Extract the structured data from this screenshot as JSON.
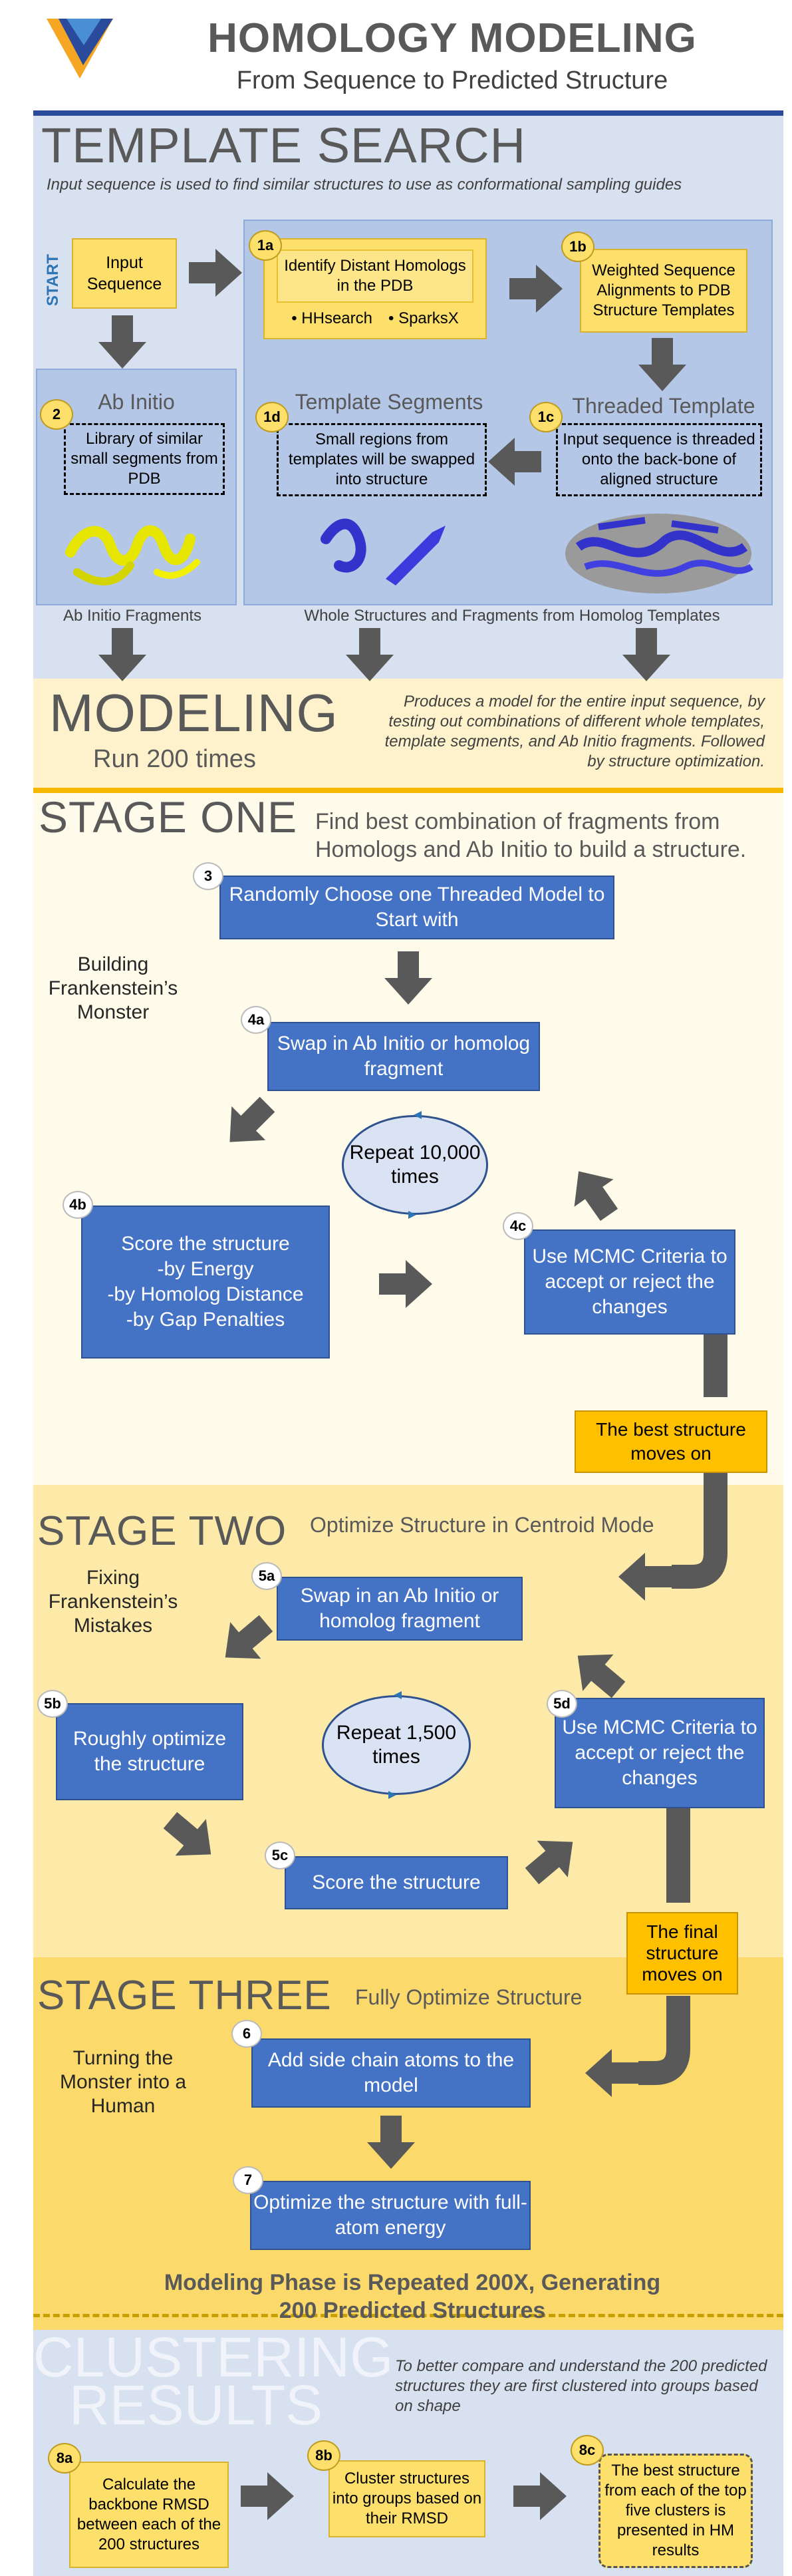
{
  "header": {
    "title": "HOMOLOGY MODELING",
    "subtitle": "From Sequence to Predicted Structure"
  },
  "template_search": {
    "title": "TEMPLATE SEARCH",
    "note": "Input sequence is used to find similar structures to use as conformational sampling guides",
    "start_label": "START",
    "input_box": "Input Sequence",
    "step_1a": {
      "badge": "1a",
      "text": "Identify Distant Homologs in the PDB",
      "tools": [
        "HHsearch",
        "SparksX"
      ]
    },
    "step_1b": {
      "badge": "1b",
      "text": "Weighted Sequence Alignments to PDB Structure Templates"
    },
    "step_1c": {
      "badge": "1c",
      "heading": "Threaded Template",
      "text": "Input sequence is threaded onto the back-bone of aligned structure"
    },
    "step_1d": {
      "badge": "1d",
      "heading": "Template Segments",
      "text": "Small regions from templates will be swapped into structure"
    },
    "step_2": {
      "badge": "2",
      "heading": "Ab Initio",
      "text": "Library of similar small segments from PDB"
    },
    "caption_left": "Ab Initio Fragments",
    "caption_right": "Whole Structures and Fragments from Homolog Templates"
  },
  "modeling": {
    "title": "MODELING",
    "runs": "Run 200 times",
    "note": "Produces a model for the entire input sequence, by testing out combinations of different whole templates, template segments, and Ab Initio fragments. Followed by structure optimization."
  },
  "stage_one": {
    "title": "STAGE ONE",
    "note": "Find best combination of fragments from Homologs and Ab Initio to build a structure.",
    "side_label": "Building Frankenstein’s Monster",
    "step_3": {
      "badge": "3",
      "text": "Randomly Choose one Threaded Model to Start with"
    },
    "step_4a": {
      "badge": "4a",
      "text": "Swap in Ab Initio or homolog fragment"
    },
    "step_4b": {
      "badge": "4b",
      "lines": [
        "Score the structure",
        "-by Energy",
        "-by Homolog Distance",
        "-by Gap Penalties"
      ]
    },
    "step_4c": {
      "badge": "4c",
      "text": "Use MCMC Criteria to accept or reject the changes"
    },
    "repeat": "Repeat 10,000 times",
    "best_moves": "The best structure moves on"
  },
  "stage_two": {
    "title": "STAGE TWO",
    "note": "Optimize Structure in Centroid Mode",
    "side_label": "Fixing Frankenstein’s Mistakes",
    "step_5a": {
      "badge": "5a",
      "text": "Swap in an Ab Initio or homolog fragment"
    },
    "step_5b": {
      "badge": "5b",
      "text": "Roughly optimize the structure"
    },
    "step_5c": {
      "badge": "5c",
      "text": "Score the structure"
    },
    "step_5d": {
      "badge": "5d",
      "text": "Use MCMC Criteria to accept or reject the changes"
    },
    "repeat": "Repeat 1,500 times",
    "final_moves": "The final structure moves on"
  },
  "stage_three": {
    "title": "STAGE THREE",
    "note": "Fully Optimize Structure",
    "side_label": "Turning the Monster into a Human",
    "step_6": {
      "badge": "6",
      "text": "Add side chain atoms to the model"
    },
    "step_7": {
      "badge": "7",
      "text": "Optimize the structure with full-atom energy"
    },
    "repeat_banner": "Modeling Phase is Repeated 200X, Generating 200 Predicted Structures"
  },
  "clustering": {
    "title_1": "CLUSTERING",
    "title_2": "RESULTS",
    "note": "To better compare and understand the 200 predicted structures they are first clustered into groups based on shape",
    "step_8a": {
      "badge": "8a",
      "text": "Calculate the backbone RMSD between each of the 200 structures"
    },
    "step_8b": {
      "badge": "8b",
      "text": "Cluster structures into groups based on their RMSD"
    },
    "step_8c": {
      "badge": "8c",
      "text": "The best structure from each of the top five clusters is presented in HM results"
    }
  },
  "colors": {
    "blue_box": "#4472c4",
    "yellow_box": "#fddf6b",
    "orange_box": "#ffc000",
    "arrow": "#595959",
    "header_rule": "#2a4b9b"
  }
}
